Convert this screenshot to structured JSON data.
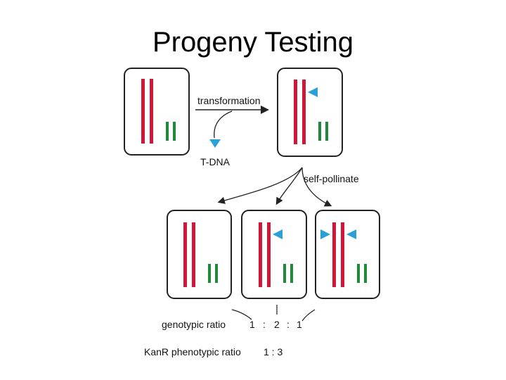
{
  "slide": {
    "title": "Progeny Testing"
  },
  "diagram": {
    "transformation_label": "transformation",
    "tdna_label": "T-DNA",
    "self_pollinate_label": "self-pollinate",
    "genotypic_ratio_label": "genotypic ratio",
    "genotypic_ratio_values": [
      "1",
      ":",
      "2",
      ":",
      "1"
    ],
    "phenotypic_ratio_label": "KanR phenotypic ratio",
    "phenotypic_ratio_value": "1 : 3",
    "colors": {
      "chromosome_red": "#d0173a",
      "chromosome_green": "#1e8a3a",
      "tdna_blue": "#2aa0d6",
      "cell_border": "#222222"
    }
  }
}
